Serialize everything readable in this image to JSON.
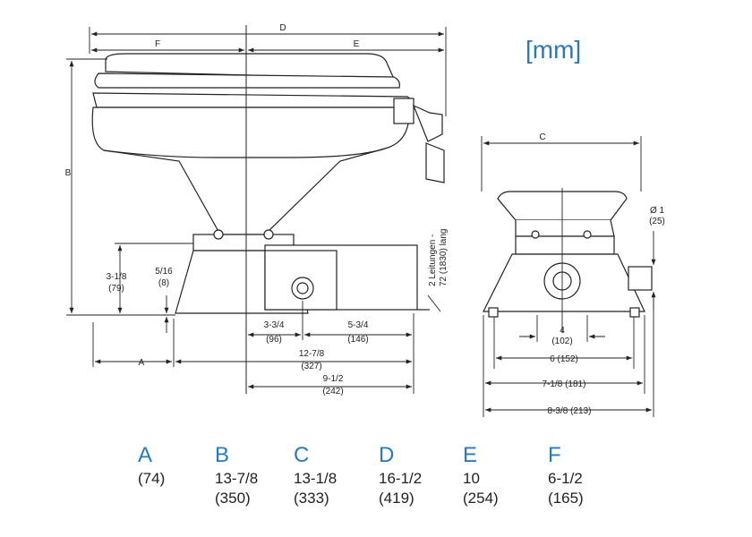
{
  "unit_label": "[mm]",
  "dims": {
    "D": "D",
    "F": "F",
    "E": "E",
    "B": "B",
    "C": "C",
    "A": "A",
    "h_3_1_8": "3-1/8",
    "h_3_1_8_mm": "(79)",
    "h_5_16": "5/16",
    "h_5_16_mm": "(8)",
    "w_3_3_4": "3-3/4",
    "w_3_3_4_mm": "(96)",
    "w_5_3_4": "5-3/4",
    "w_5_3_4_mm": "(146)",
    "w_12_7_8": "12-7/8",
    "w_12_7_8_mm": "(327)",
    "w_9_1_2": "9-1/2",
    "w_9_1_2_mm": "(242)",
    "cable_1": "2 Leitungen -",
    "cable_2": "72 (1830) lang",
    "dia_1": "Ø 1",
    "dia_1_mm": "(25)",
    "s_4": "4",
    "s_4_mm": "(102)",
    "s_6": "6 (152)",
    "s_7_1_8": "7-1/8 (181)",
    "s_8_3_8": "8-3/8 (213)"
  },
  "table": [
    {
      "letter": "A",
      "v1": "(74)",
      "v2": ""
    },
    {
      "letter": "B",
      "v1": "13-7/8",
      "v2": "(350)"
    },
    {
      "letter": "C",
      "v1": "13-1/8",
      "v2": "(333)"
    },
    {
      "letter": "D",
      "v1": "16-1/2",
      "v2": "(419)"
    },
    {
      "letter": "E",
      "v1": "10",
      "v2": "(254)"
    },
    {
      "letter": "F",
      "v1": "6-1/2",
      "v2": "(165)"
    }
  ]
}
